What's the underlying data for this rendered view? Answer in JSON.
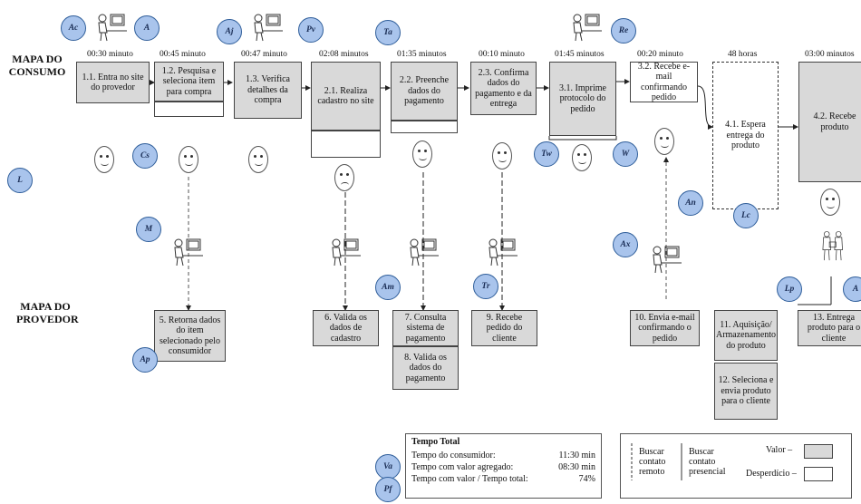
{
  "sections": {
    "consumer": "MAPA DO CONSUMO",
    "provider": "MAPA DO PROVEDOR"
  },
  "times": [
    "00:30 minuto",
    "00:45 minuto",
    "00:47 minuto",
    "02:08 minutos",
    "01:35 minutos",
    "00:10 minuto",
    "01:45 minutos",
    "00:20 minuto",
    "48 horas",
    "03:00 minutos"
  ],
  "consumer_steps": {
    "s11": "1.1. Entra no site do provedor",
    "s12": "1.2. Pesquisa e seleciona item para compra",
    "s13": "1.3. Verifica detalhes da compra",
    "s21": "2.1. Realiza cadastro no site",
    "s22": "2.2. Preenche dados do pagamento",
    "s23": "2.3. Confirma dados do pagamento e da entrega",
    "s31": "3.1. Imprime protocolo do pedido",
    "s32": "3.2. Recebe e-mail confirmando pedido",
    "s41": "4.1. Espera entrega do produto",
    "s42": "4.2. Recebe produto"
  },
  "provider_steps": {
    "p5": "5. Retorna dados do item selecionado pelo consumidor",
    "p6": "6. Valida os dados de cadastro",
    "p7": "7. Consulta sistema de pagamento",
    "p8": "8. Valida os dados do pagamento",
    "p9": "9. Recebe pedido do cliente",
    "p10": "10. Envia e-mail confirmando o pedido",
    "p11": "11. Aquisição/ Armazenamento do produto",
    "p12": "12. Seleciona e envia produto para o cliente",
    "p13": "13. Entrega produto para o cliente"
  },
  "callouts": [
    "Ac",
    "A",
    "Aj",
    "Pv",
    "Ta",
    "Re",
    "L",
    "Cs",
    "M",
    "Ap",
    "Am",
    "Tr",
    "Tw",
    "W",
    "An",
    "Ax",
    "Lc",
    "Lp",
    "A"
  ],
  "total_time": {
    "title": "Tempo Total",
    "rows": [
      {
        "label": "Tempo do consumidor:",
        "value": "11:30 min"
      },
      {
        "label": "Tempo com valor agregado:",
        "value": "08:30 min"
      },
      {
        "label": "Tempo com valor / Tempo total:",
        "value": "74%"
      }
    ],
    "callouts": [
      "Va",
      "Pf"
    ]
  },
  "legend": {
    "remote": "Buscar contato remoto",
    "in_person": "Buscar contato presencial",
    "value": "Valor –",
    "waste": "Desperdício –"
  }
}
